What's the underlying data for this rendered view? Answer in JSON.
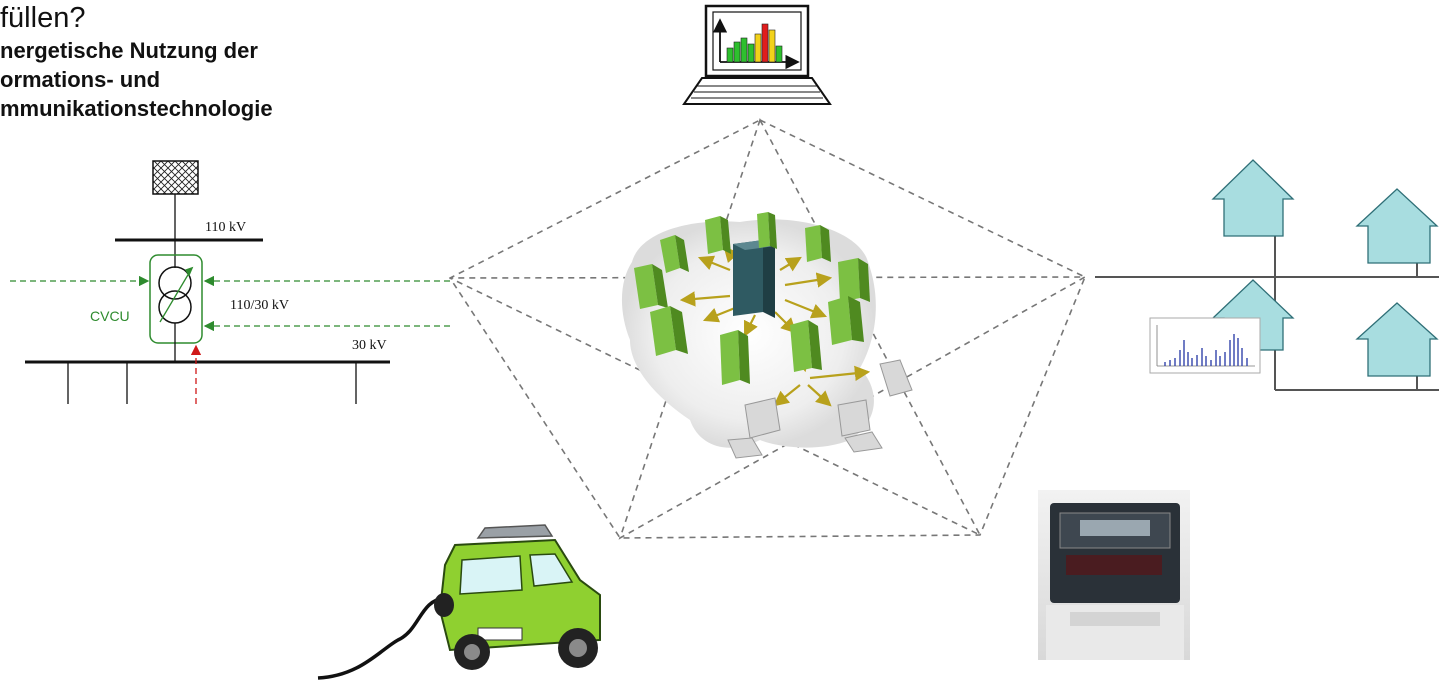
{
  "heading": {
    "main": "füllen?",
    "sub_line1": "nergetische Nutzung der",
    "sub_line2": "ormations- und",
    "sub_line3": "mmunikationstechnologie"
  },
  "substation": {
    "voltage_high": "110 kV",
    "voltage_transformer": "110/30 kV",
    "voltage_low": "30 kV",
    "controller_label": "CVCU"
  },
  "colors": {
    "dashed_lines": "#777777",
    "control_signal": "#2e8b2e",
    "measurement_signal": "#d01818",
    "server_green": "#7cc043",
    "house_fill": "#a8dde0",
    "car_green": "#8fd030"
  }
}
